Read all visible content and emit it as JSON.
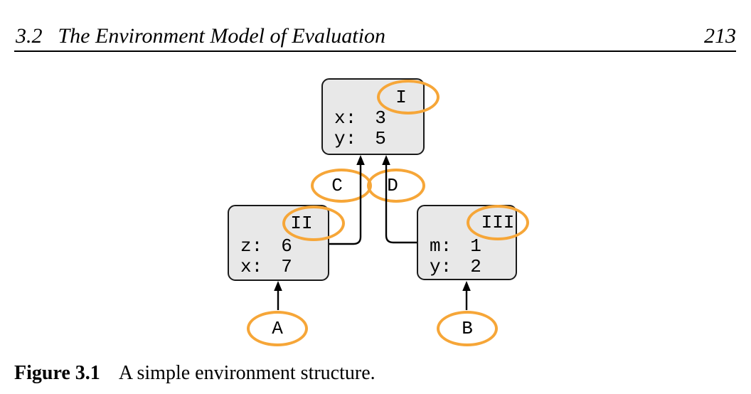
{
  "header": {
    "section_number": "3.2",
    "section_title": "The Environment Model of Evaluation",
    "page_number": "213"
  },
  "figure": {
    "frames": [
      {
        "name": "I",
        "bindings": [
          {
            "label": "x:",
            "value": "3"
          },
          {
            "label": "y:",
            "value": "5"
          }
        ]
      },
      {
        "name": "II",
        "bindings": [
          {
            "label": "z:",
            "value": "6"
          },
          {
            "label": "x:",
            "value": "7"
          }
        ]
      },
      {
        "name": "III",
        "bindings": [
          {
            "label": "m:",
            "value": "1"
          },
          {
            "label": "y:",
            "value": "2"
          }
        ]
      }
    ],
    "env_pointers": {
      "a": "A",
      "b": "B",
      "c": "C",
      "d": "D"
    },
    "colors": {
      "highlight_orange": "#f6a638",
      "frame_fill": "#e8e8e8",
      "frame_border": "#1a1a1a",
      "connector_black": "#000000"
    }
  },
  "caption": {
    "label": "Figure 3.1",
    "text": "A simple environment structure."
  }
}
